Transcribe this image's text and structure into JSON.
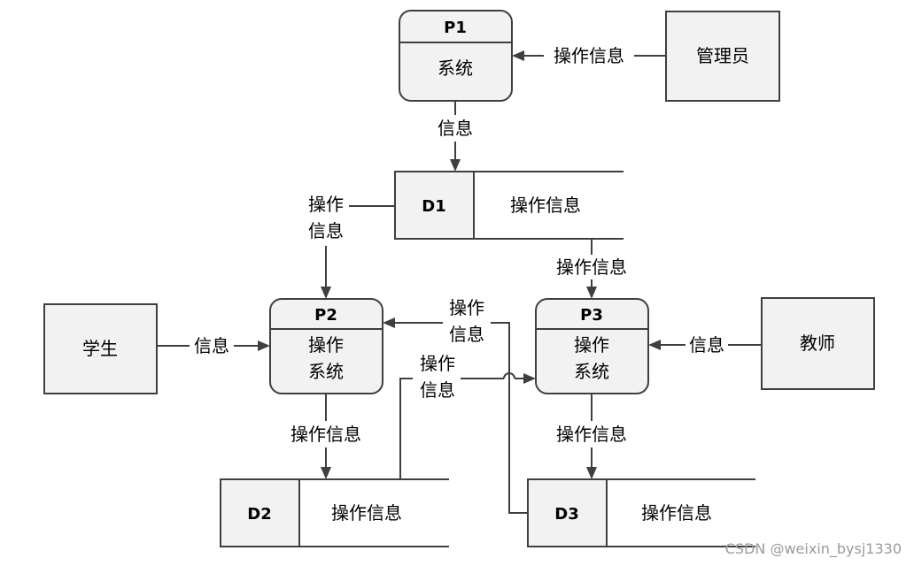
{
  "processes": {
    "p1": {
      "id": "P1",
      "name": "系统"
    },
    "p2": {
      "id": "P2",
      "name_line1": "操作",
      "name_line2": "系统"
    },
    "p3": {
      "id": "P3",
      "name_line1": "操作",
      "name_line2": "系统"
    }
  },
  "entities": {
    "admin": "管理员",
    "student": "学生",
    "teacher": "教师"
  },
  "stores": {
    "d1": {
      "id": "D1",
      "name": "操作信息"
    },
    "d2": {
      "id": "D2",
      "name": "操作信息"
    },
    "d3": {
      "id": "D3",
      "name": "操作信息"
    }
  },
  "flows": {
    "admin_to_p1": "操作信息",
    "p1_to_d1": "信息",
    "d1_to_p2_line1": "操作",
    "d1_to_p2_line2": "信息",
    "d1_to_p3": "操作信息",
    "student_to_p2": "信息",
    "teacher_to_p3": "信息",
    "d3_to_p2_line1": "操作",
    "d3_to_p2_line2": "信息",
    "d2_to_p3_line1": "操作",
    "d2_to_p3_line2": "信息",
    "p2_to_d2": "操作信息",
    "p3_to_d3": "操作信息"
  },
  "watermark": "CSDN @weixin_bysj1330"
}
